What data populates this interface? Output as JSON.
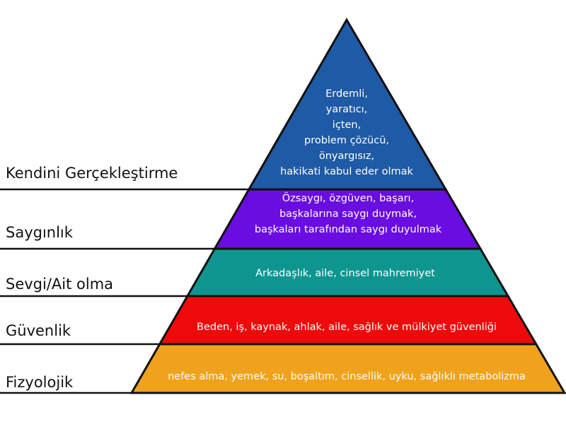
{
  "levels": [
    {
      "label": "Kendini Gerçekleştirme",
      "color": "#1f5aa6",
      "lines": [
        "Erdemli,",
        "yaratıcı,",
        "içten,",
        "problem çözücü,",
        "önyargısız,",
        "hakikati kabul eder olmak"
      ]
    },
    {
      "label": "Saygınlık",
      "color": "#6a0de0",
      "lines": [
        "Özsaygı, özgüven, başarı,",
        "başkalarına saygı duymak,",
        "başkaları tarafından saygı duyulmak"
      ]
    },
    {
      "label": "Sevgi/Ait olma",
      "color": "#0f9590",
      "lines": [
        "Arkadaşlık, aile, cinsel mahremiyet"
      ]
    },
    {
      "label": "Güvenlik",
      "color": "#ee0a0a",
      "lines": [
        "Beden, iş, kaynak, ahlak, aile, sağlık ve mülkiyet güvenliği"
      ]
    },
    {
      "label": "Fizyolojik",
      "color": "#f0a21c",
      "lines": [
        "nefes alma, yemek, su, boşaltım, cinsellik, uyku, sağlıklı metabolizma"
      ]
    }
  ]
}
